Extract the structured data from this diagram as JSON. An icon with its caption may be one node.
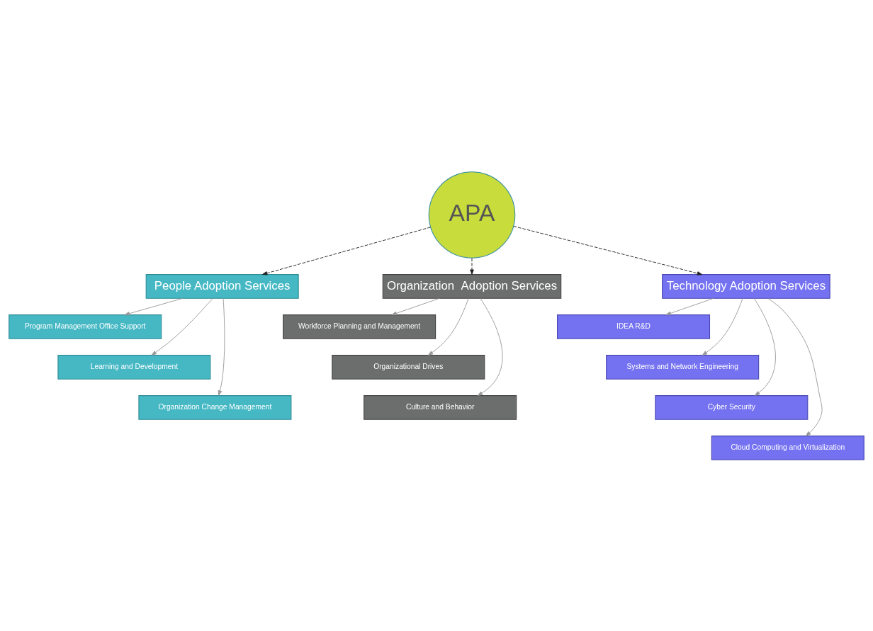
{
  "diagram": {
    "nodes": [
      {
        "text": [
          "APA"
        ]
      },
      {
        "text": [
          "People Adoption Services"
        ]
      },
      {
        "text": [
          "Program Management Office Support"
        ]
      },
      {
        "text": [
          "Learning and Development"
        ]
      },
      {
        "text": [
          "Organization Change Management"
        ]
      },
      {
        "text": [
          "Organization  Adoption Services"
        ]
      },
      {
        "text": [
          "Workforce Planning and Management"
        ]
      },
      {
        "text": [
          "Organizational Drives"
        ]
      },
      {
        "text": [
          "Culture and Behavior"
        ]
      },
      {
        "text": [
          "Technology Adoption Services"
        ]
      },
      {
        "text": [
          "IDEA R&D"
        ]
      },
      {
        "text": [
          "Systems and Network Engineering"
        ]
      },
      {
        "text": [
          "Cyber Security"
        ]
      },
      {
        "text": [
          "Cloud Computing and Virtualization"
        ]
      }
    ],
    "edges": [
      {
        "from": 0,
        "to": 1,
        "arrow": "to",
        "style": "dashed",
        "color": "#222222"
      },
      {
        "from": 0,
        "to": 5,
        "arrow": "to",
        "style": "dashed",
        "color": "#222222"
      },
      {
        "from": 0,
        "to": 9,
        "arrow": "to",
        "style": "dashed",
        "color": "#222222"
      },
      {
        "from": 1,
        "to": 2,
        "arrow": "to"
      },
      {
        "from": 1,
        "to": 3,
        "arrow": "to"
      },
      {
        "from": 1,
        "to": 4,
        "arrow": "to"
      },
      {
        "from": 5,
        "to": 6,
        "arrow": "to"
      },
      {
        "from": 5,
        "to": 7,
        "arrow": "to"
      },
      {
        "from": 5,
        "to": 8,
        "arrow": "to"
      },
      {
        "from": 9,
        "to": 10,
        "arrow": "to"
      },
      {
        "from": 9,
        "to": 11,
        "arrow": "to"
      },
      {
        "from": 9,
        "to": 12,
        "arrow": "to"
      },
      {
        "from": 9,
        "to": 13,
        "arrow": "to"
      }
    ]
  }
}
